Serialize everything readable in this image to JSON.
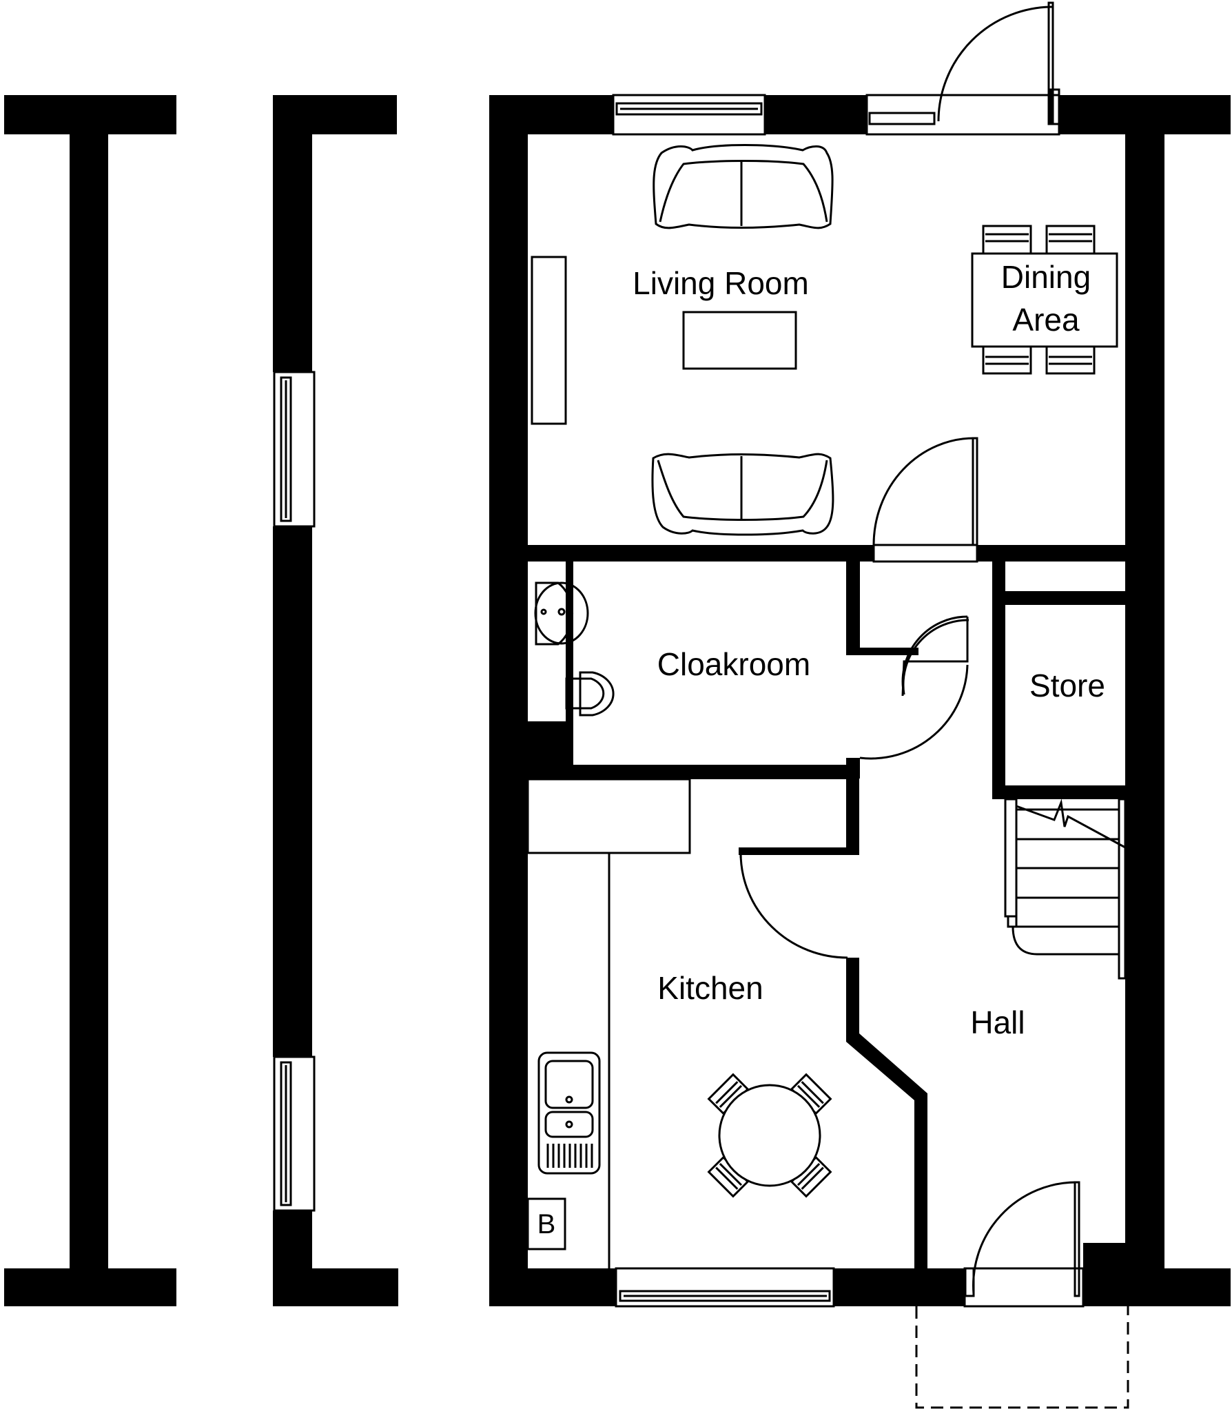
{
  "rooms": {
    "living_room": "Living Room",
    "dining_area_line1": "Dining",
    "dining_area_line2": "Area",
    "cloakroom": "Cloakroom",
    "store": "Store",
    "kitchen": "Kitchen",
    "hall": "Hall"
  },
  "fixtures": {
    "boiler_label": "B"
  },
  "colors": {
    "wall": "#000000",
    "background": "#ffffff"
  }
}
